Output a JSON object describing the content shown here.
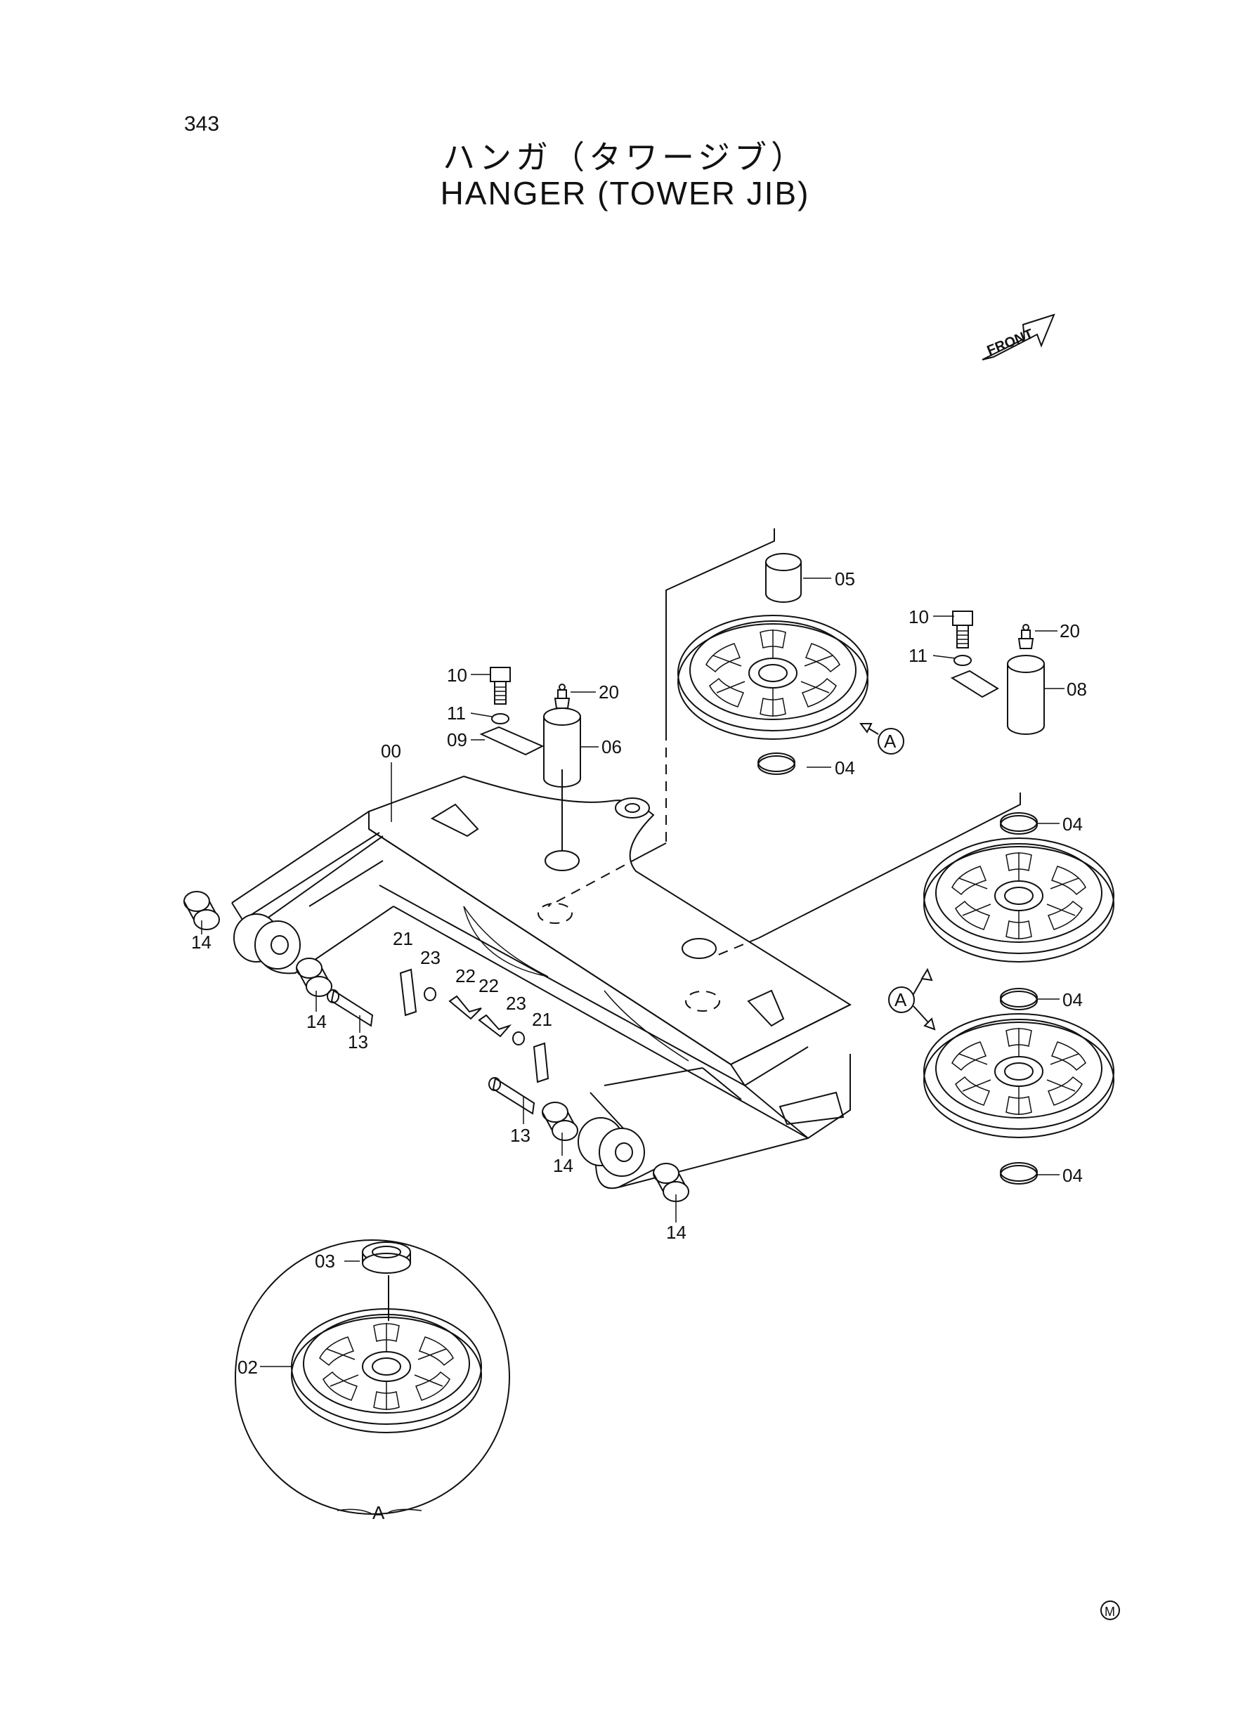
{
  "page_number": "343",
  "title_jp": "ハンガ（タワージブ）",
  "title_en": "HANGER (TOWER JIB)",
  "front_label": "FRONT",
  "detail_view_label": "A",
  "detail_callout": "A",
  "mark": "M",
  "part_labels": {
    "p00": "00",
    "p02": "02",
    "p03": "03",
    "p04a": "04",
    "p04b": "04",
    "p04c": "04",
    "p04d": "04",
    "p05": "05",
    "p06": "06",
    "p08": "08",
    "p09": "09",
    "p10a": "10",
    "p10b": "10",
    "p11a": "11",
    "p11b": "11",
    "p13a": "13",
    "p13b": "13",
    "p14a": "14",
    "p14b": "14",
    "p14c": "14",
    "p14d": "14",
    "p20a": "20",
    "p20b": "20",
    "p21a": "21",
    "p21b": "21",
    "p22a": "22",
    "p22b": "22",
    "p23a": "23",
    "p23b": "23"
  }
}
